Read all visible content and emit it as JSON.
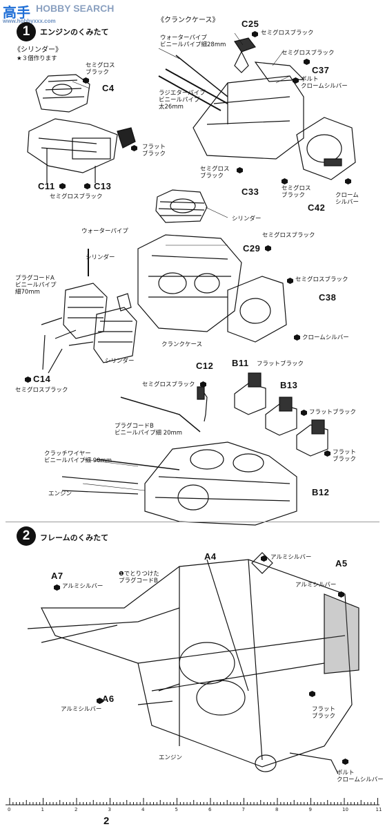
{
  "watermark": {
    "brand": "高手",
    "search": "HOBBY SEARCH",
    "url": "www.hobbyxxx.com"
  },
  "step1": {
    "number": "1",
    "title": "エンジンのくみたて",
    "cylinder_header": "《シリンダー》",
    "cylinder_note": "★３個作ります",
    "crankcase_header": "《クランクケース》",
    "labels": {
      "semigloss_black_c4": "セミグロス\nブラック",
      "c4": "C4",
      "flat_black": "フラット\nブラック",
      "c11": "C11",
      "c13": "C13",
      "semigloss_black_c11": "セミグロスブラック",
      "c25": "C25",
      "semigloss_black_c25": "セミグロスブラック",
      "water_pipe_top": "ウォーターパイプ\nビニールパイプ細28mm",
      "semigloss_black_c37": "セミグロスブラック",
      "c37": "C37",
      "bolt_chrome": "ボルト\nクロームシルバー",
      "radiator_pipe": "ラジエターパイプ\nビニールパイプ\n太26mm",
      "semigloss_black_c33": "セミグロス\nブラック",
      "c33": "C33",
      "semigloss_black_c42": "セミグロス\nブラック",
      "c42": "C42",
      "chrome_silver_c42": "クローム\nシルバー",
      "cylinder_top": "シリンダー",
      "water_pipe_mid": "ウォーターパイプ",
      "semigloss_black_c29": "セミグロスブラック",
      "c29": "C29",
      "cylinder_left": "シリンダー",
      "plug_cord_a": "プラグコードA\nビニールパイプ\n細70mm",
      "semigloss_black_c38": "セミグロスブラック",
      "c38": "C38",
      "chrome_silver_c38": "クロームシルバー",
      "crankcase": "クランクケース",
      "cylinder_bottom": "シリンダー",
      "c14": "C14",
      "semigloss_black_c14": "セミグロスブラック",
      "c12": "C12",
      "semigloss_black_c12": "セミグロスブラック",
      "b11": "B11",
      "flat_black_b11": "フラットブラック",
      "b13": "B13",
      "flat_black_b13": "フラットブラック",
      "plug_cord_b": "プラグコードB\nビニールパイプ細 20mm",
      "flat_black_b12": "フラット\nブラック",
      "clutch_wire": "クラッチワイヤー\nビニールパイプ細 90mm",
      "engine": "エンジン",
      "b12": "B12"
    }
  },
  "step2": {
    "number": "2",
    "title": "フレームのくみたて",
    "labels": {
      "a4": "A4",
      "alumi_a4": "アルミシルバー",
      "a5": "A5",
      "alumi_a5": "アルミシルバー",
      "a7": "A7",
      "alumi_a7": "アルミシルバー",
      "plug_cord_note": "❶でとりつけた\nプラグコードB",
      "a6": "A6",
      "alumi_a6": "アルミシルバー",
      "flat_black": "フラット\nブラック",
      "engine": "エンジン",
      "bolt_chrome": "ボルト\nクロームシルバー"
    }
  },
  "ruler": {
    "ticks": [
      "0",
      "1",
      "2",
      "3",
      "4",
      "5",
      "6",
      "7",
      "8",
      "9",
      "10",
      "11"
    ]
  },
  "page_number": "2"
}
